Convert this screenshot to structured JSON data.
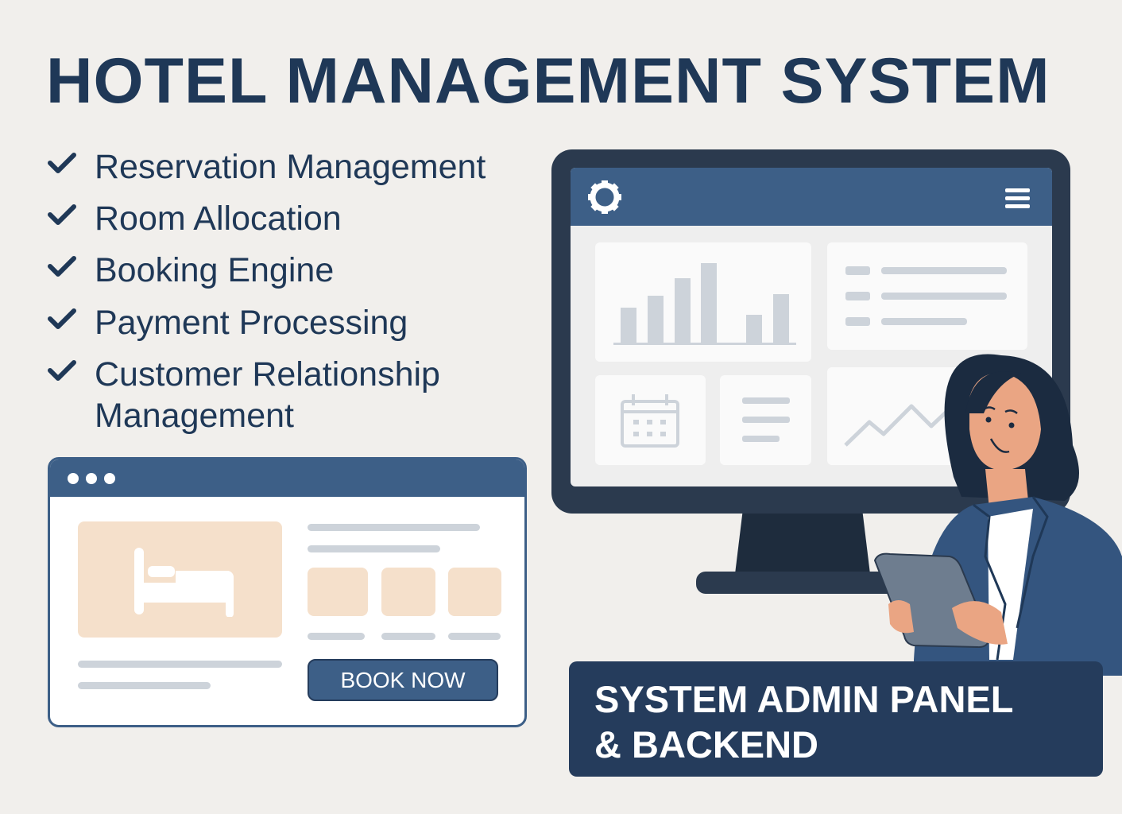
{
  "title": "HOTEL MANAGEMENT SYSTEM",
  "features": [
    {
      "label": "Reservation Management"
    },
    {
      "label": "Room Allocation"
    },
    {
      "label": "Booking Engine"
    },
    {
      "label": "Payment Processing"
    },
    {
      "label": "Customer Relationship",
      "label2": "Management"
    }
  ],
  "booking_window": {
    "button_label": "BOOK NOW",
    "icons": [
      "window-dots-icon",
      "bed-icon"
    ]
  },
  "admin_monitor": {
    "icons": [
      "gear-icon",
      "hamburger-menu-icon",
      "bar-chart-icon",
      "list-icon",
      "calendar-icon",
      "text-lines-icon",
      "line-chart-icon"
    ]
  },
  "banner": {
    "line1": "SYSTEM ADMIN PANEL",
    "line2": "& BACKEND"
  },
  "colors": {
    "navy": "#1f3857",
    "header_blue": "#3d5f87",
    "monitor_frame": "#2b3a4e",
    "peach": "#f5e0cb",
    "background": "#f1efec"
  }
}
